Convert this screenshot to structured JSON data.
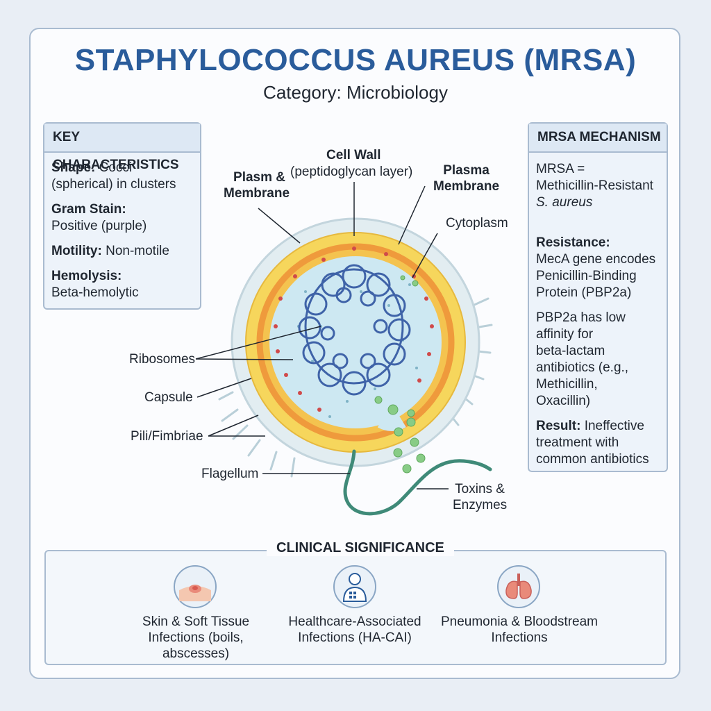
{
  "header": {
    "title": "STAPHYLOCOCCUS AUREUS (MRSA)",
    "subtitle": "Category: Microbiology"
  },
  "key_characteristics": {
    "heading": "KEY CHARACTERISTICS",
    "items": [
      {
        "label": "Shape:",
        "text_inline": "Cocci",
        "text_rest": "(spherical) in clusters"
      },
      {
        "label": "Gram Stain:",
        "text": "Positive (purple)"
      },
      {
        "label": "Motility:",
        "text_inline": "Non-motile"
      },
      {
        "label": "Hemolysis:",
        "text": "Beta-hemolytic"
      }
    ]
  },
  "mrsa_mechanism": {
    "heading": "MRSA MECHANISM",
    "def_line1": "MRSA =",
    "def_line2": "Methicillin-Resistant",
    "def_line3": "S. aureus",
    "resistance_label": "Resistance:",
    "resistance_text": [
      "MecA gene encodes",
      "Penicillin-Binding",
      "Protein (PBP2a)"
    ],
    "pbp2a_text": [
      "PBP2a has low",
      "affinity for",
      "beta-lactam",
      "antibiotics (e.g.,",
      "Methicillin,",
      "Oxacillin)"
    ],
    "result_label": "Result:",
    "result_inline": "Ineffective",
    "result_rest": [
      "treatment with",
      "common antibiotics"
    ]
  },
  "diagram_labels": {
    "cell_wall_title": "Cell Wall",
    "cell_wall_sub": "(peptidoglycan layer)",
    "plasma_membrane_left": [
      "Plasm & ",
      "Membrane"
    ],
    "plasma_membrane_right": [
      "Plasma",
      "Membrane"
    ],
    "cytoplasm": "Cytoplasm",
    "ribosomes": "Ribosomes",
    "capsule": "Capsule",
    "pili": "Pili/Fimbriae",
    "flagellum": "Flagellum",
    "toxins": [
      "Toxins &",
      "Enzymes"
    ]
  },
  "clinical": {
    "heading": "CLINICAL SIGNIFICANCE",
    "items": [
      {
        "icon": "skin-icon",
        "lines": [
          "Skin & Soft Tissue",
          "Infections (boils,",
          "abscesses)"
        ]
      },
      {
        "icon": "doctor-icon",
        "lines": [
          "Healthcare-Associated",
          "Infections (HA-CAI)"
        ]
      },
      {
        "icon": "lungs-icon",
        "lines": [
          "Pneumonia & Bloodstream",
          "Infections"
        ]
      }
    ]
  },
  "colors": {
    "title_blue": "#2a5c9b",
    "capsule": "#dde9ee",
    "cell_wall": "#f6d65c",
    "membrane": "#ef9a3c",
    "cytoplasm": "#cde8f2",
    "dna": "#3f63a8",
    "ribosome": "#d04a4a",
    "toxin": "#7cc47a",
    "flagellum": "#3f8a78"
  }
}
